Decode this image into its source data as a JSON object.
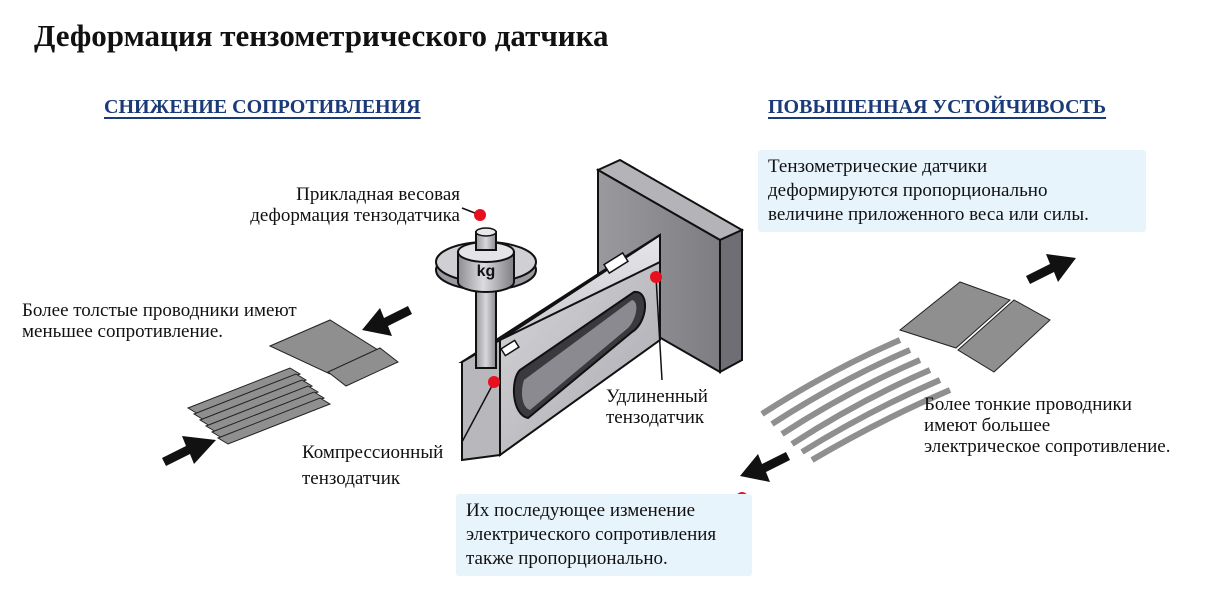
{
  "title": "Деформация тензометрического датчика",
  "sections": {
    "left": "СНИЖЕНИЕ СОПРОТИВЛЕНИЯ",
    "right": "ПОВЫШЕННАЯ УСТОЙЧИВОСТЬ"
  },
  "labels": {
    "applied_line1": "Прикладная весовая",
    "applied_line2": "деформация тензодатчика",
    "weight_mark": "kg",
    "thick_line1": "Более толстые проводники имеют",
    "thick_line2": "меньшее сопротивление.",
    "compression_line1": "Компрессионный",
    "compression_line2": "тензодатчик",
    "elongated_line1": "Удлиненный",
    "elongated_line2": "тензодатчик",
    "thin_line1": "Более тонкие проводники",
    "thin_line2": "имеют большее",
    "thin_line3": "электрическое сопротивление."
  },
  "boxes": {
    "top_right": {
      "line1": "Тензометрические датчики",
      "line2": "деформируются пропорционально",
      "line3": "величине приложенного веса или силы."
    },
    "bottom": {
      "line1": "Их последующее изменение",
      "line2": "электрического сопротивления",
      "line3": "также пропорционально."
    }
  },
  "colors": {
    "heading": "#1a3a78",
    "callout_dot": "#e8101e",
    "box_fill": "#e8f4fc",
    "metal": "#c9c9cf",
    "gauge_gray": "#8f8f8f"
  },
  "icons": [
    "arrow-left-icon",
    "arrow-right-icon",
    "weight-icon",
    "callout-dot-icon"
  ]
}
